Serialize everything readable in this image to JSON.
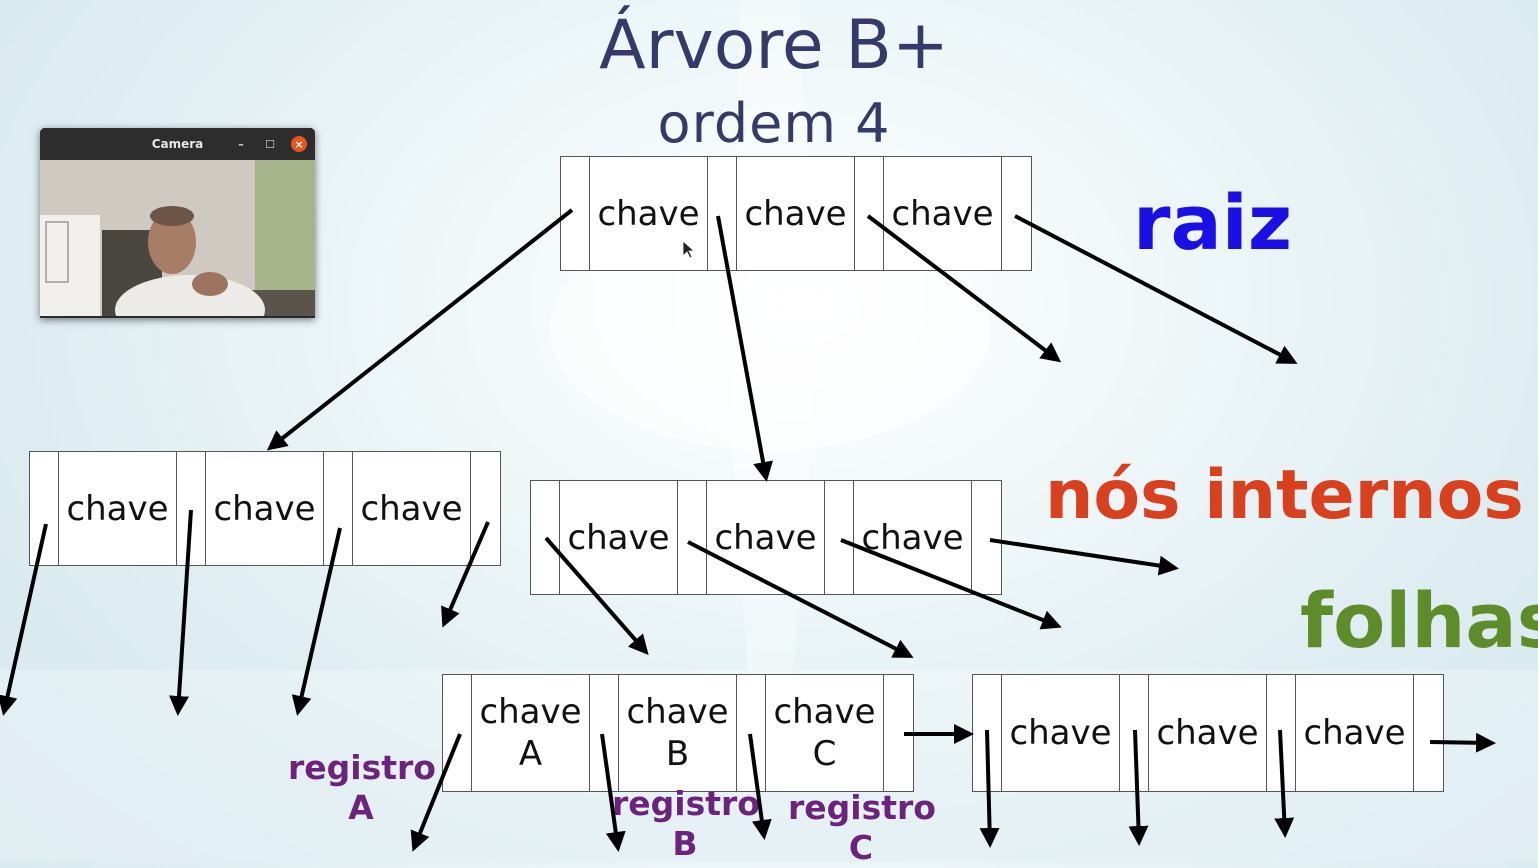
{
  "title": "Árvore B+",
  "subtitle": "ordem 4",
  "labels": {
    "root": "raiz",
    "internal": "nós internos",
    "leaves": "folhas"
  },
  "nodes": {
    "root": [
      "chave",
      "chave",
      "chave"
    ],
    "internal_left": [
      "chave",
      "chave",
      "chave"
    ],
    "internal_mid": [
      "chave",
      "chave",
      "chave"
    ],
    "leaf1": [
      [
        "chave",
        "A"
      ],
      [
        "chave",
        "B"
      ],
      [
        "chave",
        "C"
      ]
    ],
    "leaf2": [
      "chave",
      "chave",
      "chave"
    ]
  },
  "records": {
    "a": [
      "registro",
      "A"
    ],
    "b": [
      "registro",
      "B"
    ],
    "c": [
      "registro",
      "C"
    ]
  },
  "camera": {
    "title": "Camera",
    "minimize": "–",
    "maximize": "☐",
    "close": "×"
  },
  "colors": {
    "title": "#343a6a",
    "root_label": "#1a10e6",
    "internal_label": "#d8401e",
    "leaves_label": "#5e8c2a",
    "record_label": "#6c237e",
    "close_button": "#e95420"
  }
}
